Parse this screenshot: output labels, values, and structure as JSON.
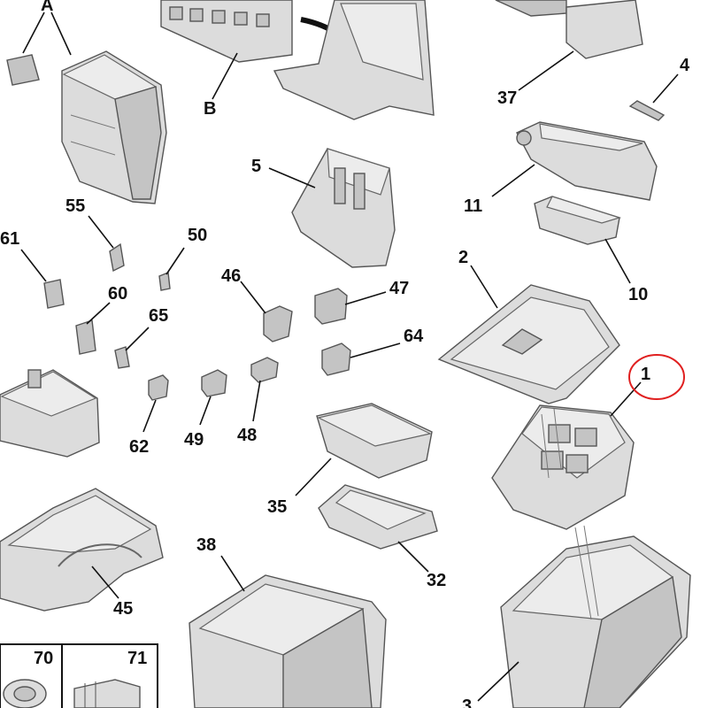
{
  "diagram": {
    "labels": {
      "A": "A",
      "B": "B",
      "l37": "37",
      "l4": "4",
      "l5": "5",
      "l11": "11",
      "l55": "55",
      "l50": "50",
      "l61": "61",
      "l60": "60",
      "l65": "65",
      "l46": "46",
      "l47": "47",
      "l2": "2",
      "l10": "10",
      "l64": "64",
      "l1": "1",
      "l62": "62",
      "l49": "49",
      "l48": "48",
      "l35": "35",
      "l32": "32",
      "l45": "45",
      "l38": "38",
      "l70": "70",
      "l71": "71",
      "l3": "3"
    },
    "highlight": {
      "part": "1",
      "circle_color": "#e02020"
    }
  }
}
